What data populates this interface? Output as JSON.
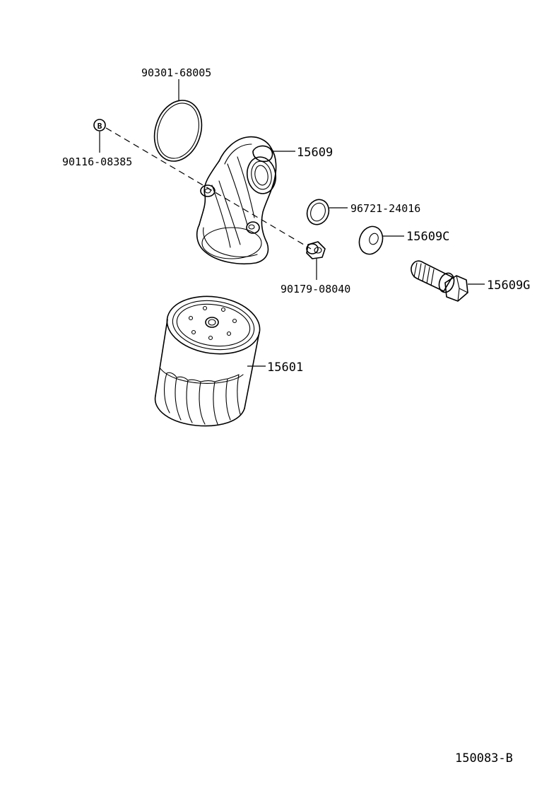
{
  "parts": {
    "oring": "90301-68005",
    "bolt_b": "90116-08385",
    "b_marker": "B",
    "bracket": "15609",
    "gasket": "96721-24016",
    "washer": "15609C",
    "union_bolt": "15609G",
    "plug": "90179-08040",
    "filter": "15601"
  },
  "diagram_code": "150083-B"
}
